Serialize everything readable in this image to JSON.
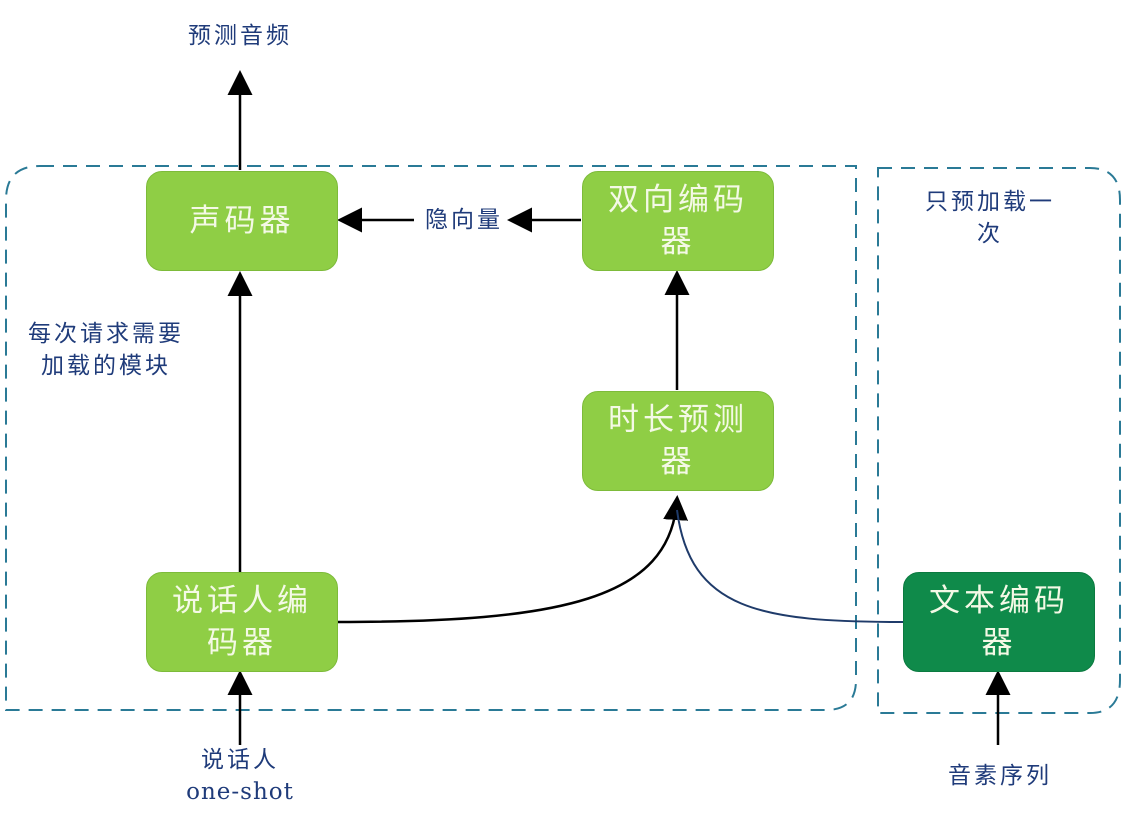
{
  "nodes": {
    "vocoder": "声码器",
    "bidirectional_encoder": "双向编码器",
    "duration_predictor": "时长预测器",
    "speaker_encoder": "说话人编码器",
    "text_encoder": "文本编码器"
  },
  "labels": {
    "output": "预测音频",
    "latent_vector": "隐向量",
    "per_request_group": "每次请求需要加载的模块",
    "preload_group": "只预加载一次",
    "speaker_input_line1": "说话人",
    "speaker_input_line2": "one-shot",
    "phoneme_input": "音素序列"
  },
  "colors": {
    "light_green": "#8fce45",
    "dark_green": "#0f8a4a",
    "dashed_border": "#2a7a96",
    "text_blue": "#1f3b7a"
  }
}
